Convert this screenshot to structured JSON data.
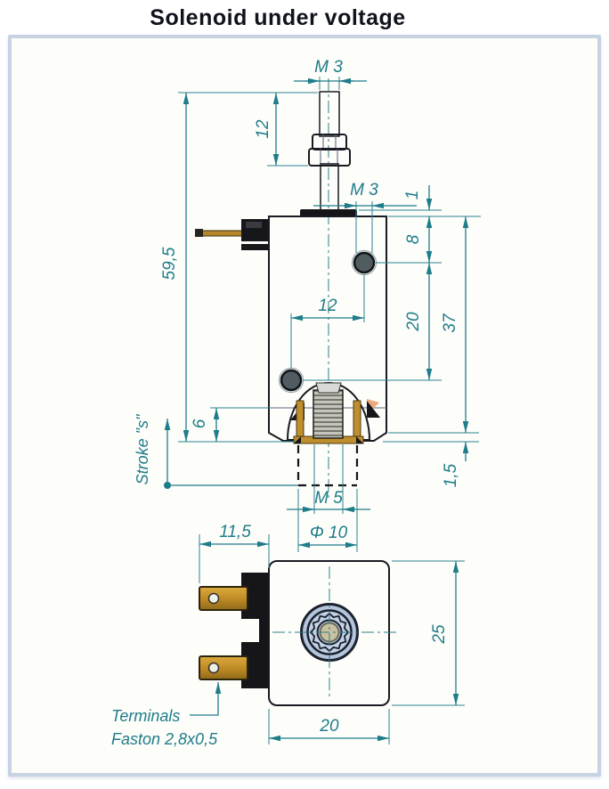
{
  "title": "Solenoid under voltage",
  "colors": {
    "dimension_teal": "#1e7d89",
    "frame_border": "#c7d3e3",
    "body_blue": "#b7c7e0",
    "terminal_gold": "#c08c26",
    "outline": "#1a1b22"
  },
  "views": {
    "front": {
      "dimensions": {
        "rod_thread": "M 3",
        "thread_length": "12",
        "overall_height": "59,5",
        "side_hole_thread": "M 3",
        "washer_thickness": "1",
        "hole_top_offset": "8",
        "hole_vertical_spacing": "20",
        "body_height": "37",
        "hole_horizontal_spacing": "12",
        "shoulder_height": "6",
        "stroke_label": "Stroke \"s\"",
        "base_lip": "1,5",
        "bore_thread": "M 5",
        "plunger_diameter": "Φ 10"
      }
    },
    "bottom": {
      "dimensions": {
        "terminal_offset": "11,5",
        "body_width": "20",
        "body_height": "25"
      },
      "callout_line1": "Terminals",
      "callout_line2": "Faston 2,8x0,5"
    }
  }
}
